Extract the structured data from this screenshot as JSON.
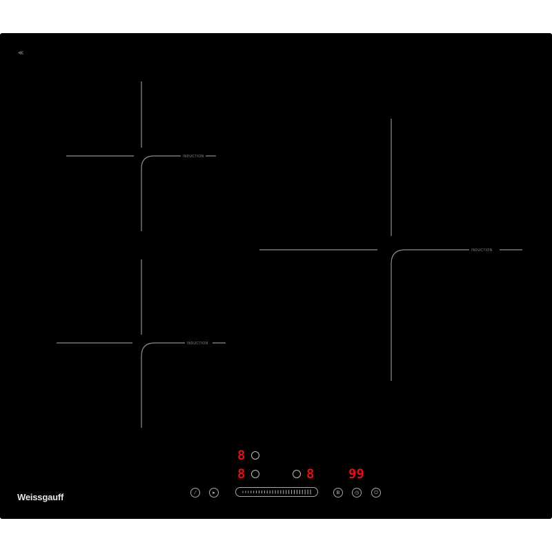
{
  "brand": {
    "name": "Weissgauff"
  },
  "zones": [
    {
      "id": "front-left",
      "label": "INDUCTION"
    },
    {
      "id": "rear-left",
      "label": "INDUCTION"
    },
    {
      "id": "right",
      "label": "INDUCTION"
    }
  ],
  "displays": {
    "rear_left_level": "8",
    "front_left_level": "8",
    "right_level": "8",
    "timer": "99"
  },
  "controls": {
    "lock_symbol": "⁄",
    "pause_symbol": "▸",
    "booster_symbol": "B",
    "timer_symbol": "◷",
    "power_symbol": "⏻",
    "slider_ticks": 26
  },
  "colors": {
    "panel": "#000000",
    "lines": "#8f8f8f",
    "display": "#e0101a",
    "brand": "#e6e6e6"
  },
  "icons": [
    "child-lock-icon",
    "pause-icon",
    "slider-icon",
    "booster-icon",
    "timer-icon",
    "power-icon",
    "zone-ring-icon"
  ]
}
